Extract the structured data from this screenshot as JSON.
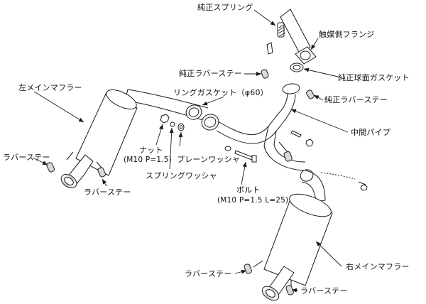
{
  "labels": {
    "genuine_spring": "純正スプリング",
    "catalyst_flange": "触媒側フランジ",
    "genuine_rubber_stay_top": "純正ラバーステー",
    "genuine_ball_gasket": "純正球面ガスケット",
    "left_main_muffler": "左メインマフラー",
    "ring_gasket": "リングガスケット（φ60）",
    "genuine_rubber_stay_right": "純正ラバーステー",
    "center_pipe": "中間パイプ",
    "rubber_stay_left": "ラバーステー",
    "nut": "ナット",
    "nut_spec": "(M10 P=1.5)",
    "plain_washer": "プレーンワッシャ",
    "rubber_stay_left_bottom": "ラバーステー",
    "spring_washer": "スプリングワッシャ",
    "bolt": "ボルト",
    "bolt_spec": "(M10 P=1.5 L=25)",
    "right_main_muffler": "右メインマフラー",
    "rubber_stay_bottom": "ラバーステー",
    "rubber_stay_right_bottom": "ラバーステー"
  },
  "colors": {
    "line": "#1a1a1a",
    "fill": "#ffffff",
    "shade": "#b9b9b9",
    "dark": "#555555"
  }
}
